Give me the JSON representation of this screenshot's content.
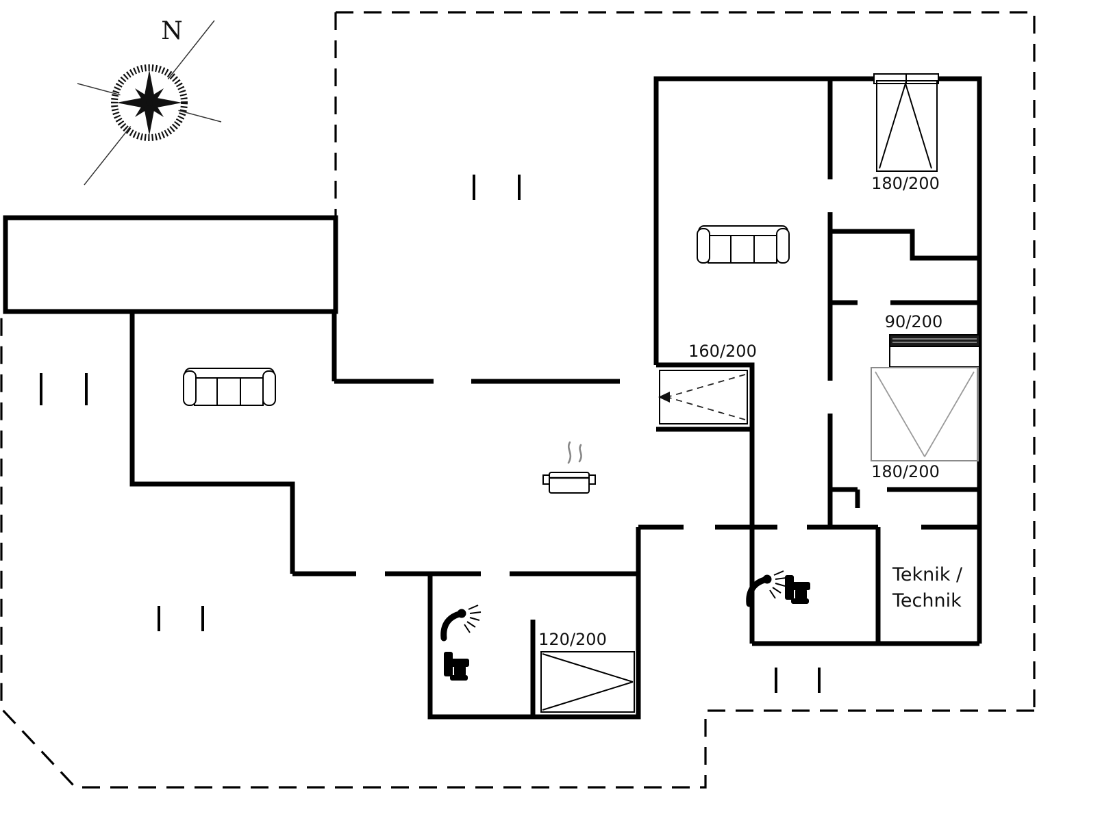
{
  "compass": {
    "north_label": "N"
  },
  "bed_labels": {
    "top_right": "180/200",
    "single_right": "90/200",
    "double_right": "180/200",
    "alcove": "160/200",
    "bunk": "120/200"
  },
  "room_labels": {
    "teknik_line1": "Teknik /",
    "teknik_line2": "Technik"
  },
  "colors": {
    "wall": "#000000",
    "background": "#ffffff",
    "light_gray": "#8a8a8a"
  },
  "icons": {
    "compass": "compass-rose-icon",
    "sofa": "sofa-icon",
    "stove": "stove-pot-icon",
    "shower": "shower-icon",
    "toilet": "toilet-icon",
    "bed": "bed-icon",
    "window": "window-marker"
  }
}
